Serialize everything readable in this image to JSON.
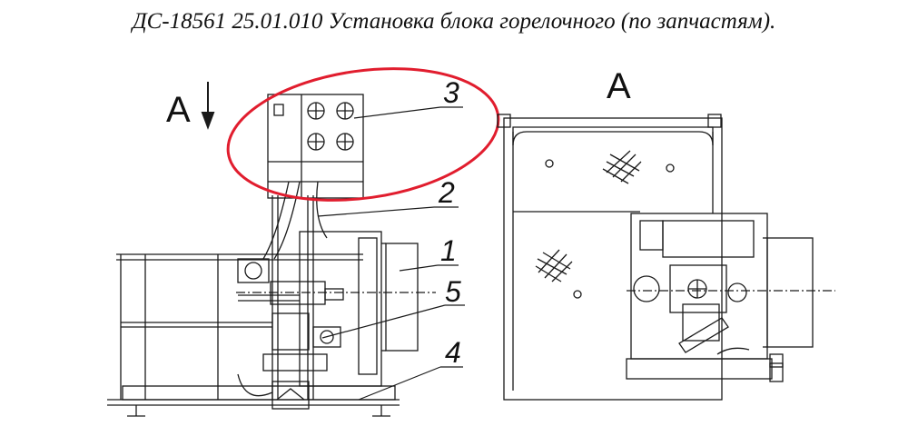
{
  "title": "ДС-18561 25.01.010  Установка блока горелочного  (по запчастям).",
  "view_marks": {
    "left": "А",
    "right": "А"
  },
  "callouts": [
    "1",
    "2",
    "3",
    "4",
    "5"
  ],
  "colors": {
    "line": "#1a1a1a",
    "highlight": "#e11d2e"
  }
}
